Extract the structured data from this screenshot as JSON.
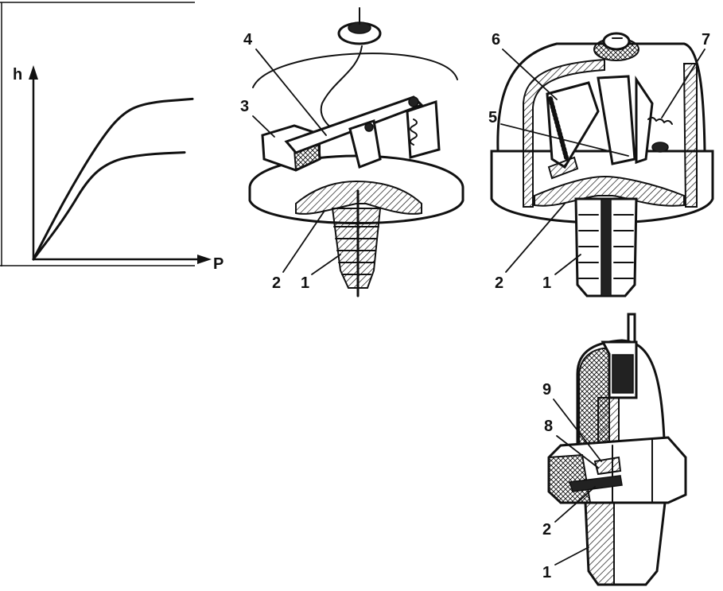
{
  "chart": {
    "y_label": "h",
    "x_label": "P"
  },
  "chart_data": {
    "type": "line",
    "xlabel": "P",
    "ylabel": "h",
    "series": [
      {
        "x": [
          0,
          0.2,
          0.4,
          0.55,
          0.7,
          1.0
        ],
        "y": [
          0,
          0.32,
          0.6,
          0.76,
          0.82,
          0.84
        ]
      },
      {
        "x": [
          0,
          0.2,
          0.35,
          0.5,
          0.7,
          0.95
        ],
        "y": [
          0,
          0.22,
          0.43,
          0.52,
          0.55,
          0.56
        ]
      }
    ]
  },
  "figure_a": {
    "labels": [
      {
        "id": "p1",
        "text": "1"
      },
      {
        "id": "p2",
        "text": "2"
      },
      {
        "id": "p3",
        "text": "3"
      },
      {
        "id": "p4",
        "text": "4"
      }
    ]
  },
  "figure_b": {
    "labels": [
      {
        "id": "p1",
        "text": "1"
      },
      {
        "id": "p2",
        "text": "2"
      },
      {
        "id": "p5",
        "text": "5"
      },
      {
        "id": "p6",
        "text": "6"
      },
      {
        "id": "p7",
        "text": "7"
      }
    ]
  },
  "figure_c": {
    "labels": [
      {
        "id": "p1",
        "text": "1"
      },
      {
        "id": "p2",
        "text": "2"
      },
      {
        "id": "p8",
        "text": "8"
      },
      {
        "id": "p9",
        "text": "9"
      }
    ]
  }
}
